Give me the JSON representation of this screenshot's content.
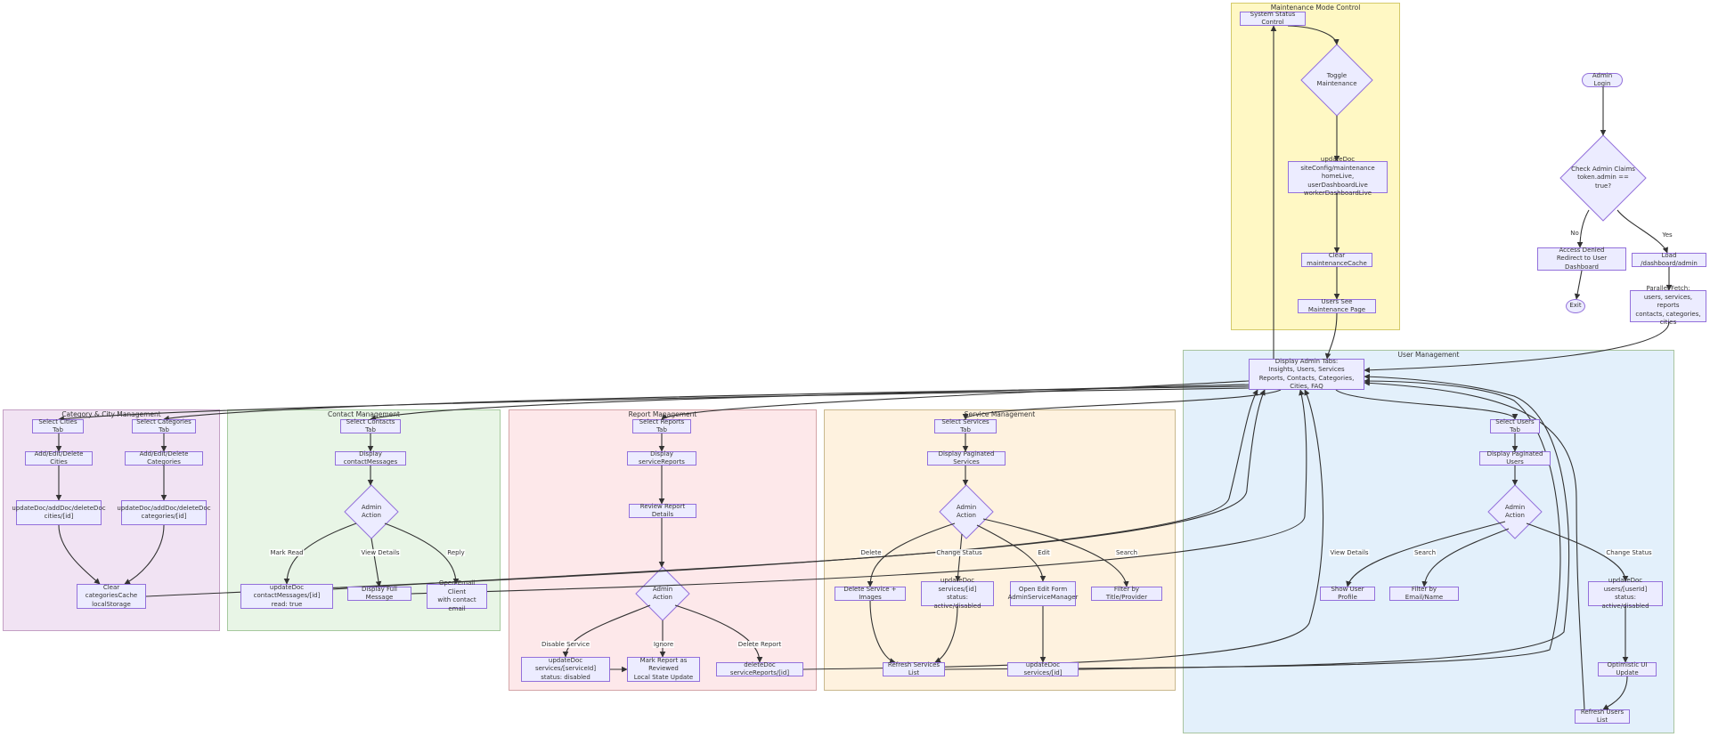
{
  "colors": {
    "node_fill": "#ECECFF",
    "node_border": "#9370DB",
    "edge": "#333333",
    "maintenance_bg": "#FFF8C4",
    "maintenance_border": "#D4C96A",
    "user_bg": "#E3F0FB",
    "user_border": "#A8C4A0",
    "service_bg": "#FEF2DF",
    "service_border": "#C9B88E",
    "report_bg": "#FDE8EA",
    "report_border": "#D4A5A8",
    "contact_bg": "#E8F5E6",
    "contact_border": "#A6C99E",
    "category_bg": "#F1E3F3",
    "category_border": "#C4A0C4"
  },
  "clusters": {
    "maintenance": "Maintenance Mode Control",
    "user": "User Management",
    "service": "Service Management",
    "report": "Report Management",
    "contact": "Contact Management",
    "category": "Category & City Management"
  },
  "nodes": {
    "admin_login": "Admin Login",
    "check_claims": "Check Admin Claims\ntoken.admin == true?",
    "access_denied": "Access Denied\nRedirect to User Dashboard",
    "exit": "Exit",
    "load_dashboard": "Load /dashboard/admin",
    "parallel_fetch": "Parallel Fetch:\nusers, services, reports\ncontacts, categories, cities",
    "display_tabs": "Display Admin Tabs:\nInsights, Users, Services\nReports, Contacts, Categories, Cities, FAQ",
    "system_status": "System Status Control",
    "toggle_maintenance": "Toggle Maintenance",
    "update_siteconfig": "updateDoc siteConfig/maintenance\nhomeLive, userDashboardLive\nworkerDashboardLive",
    "clear_maint_cache": "Clear maintenanceCache",
    "users_see_maint": "Users See Maintenance Page",
    "select_users": "Select Users Tab",
    "display_users": "Display Paginated Users",
    "user_action": "Admin Action",
    "show_profile": "Show User Profile",
    "filter_users": "Filter by Email/Name",
    "update_user": "updateDoc users/[userId]\nstatus: active/disabled",
    "optimistic": "Optimistic UI Update",
    "refresh_users": "Refresh Users List",
    "select_services": "Select Services Tab",
    "display_services": "Display Paginated Services",
    "service_action": "Admin Action",
    "delete_service": "Delete Service + Images",
    "update_service_status": "updateDoc services/[id]\nstatus: active/disabled",
    "open_edit": "Open Edit Form\nAdminServiceManager",
    "filter_services": "Filter by Title/Provider",
    "refresh_services": "Refresh Services List",
    "update_service": "updateDoc services/[id]",
    "select_reports": "Select Reports Tab",
    "display_reports": "Display serviceReports",
    "review_report": "Review Report Details",
    "report_action": "Admin Action",
    "disable_service": "updateDoc services/[serviceId]\nstatus: disabled",
    "mark_reviewed": "Mark Report as Reviewed\nLocal State Update",
    "delete_report": "deleteDoc serviceReports/[id]",
    "select_contacts": "Select Contacts Tab",
    "display_contacts": "Display contactMessages",
    "contact_action": "Admin Action",
    "update_contact": "updateDoc contactMessages/[id]\nread: true",
    "display_message": "Display Full Message",
    "open_email": "Open Email Client\nwith contact email",
    "select_cities": "Select Cities Tab",
    "select_categories": "Select Categories Tab",
    "edit_cities": "Add/Edit/Delete Cities",
    "edit_categories": "Add/Edit/Delete Categories",
    "doc_cities": "updateDoc/addDoc/deleteDoc\ncities/[id]",
    "doc_categories": "updateDoc/addDoc/deleteDoc\ncategories/[id]",
    "clear_cat_cache": "Clear categoriesCache\nlocalStorage"
  },
  "edge_labels": {
    "no": "No",
    "yes": "Yes",
    "view_details_user": "View Details",
    "search_user": "Search",
    "change_status_user": "Change Status",
    "delete": "Delete",
    "change_status_service": "Change Status",
    "edit": "Edit",
    "search_service": "Search",
    "disable_service": "Disable Service",
    "ignore": "Ignore",
    "delete_report": "Delete Report",
    "mark_read": "Mark Read",
    "view_details_contact": "View Details",
    "reply": "Reply"
  }
}
